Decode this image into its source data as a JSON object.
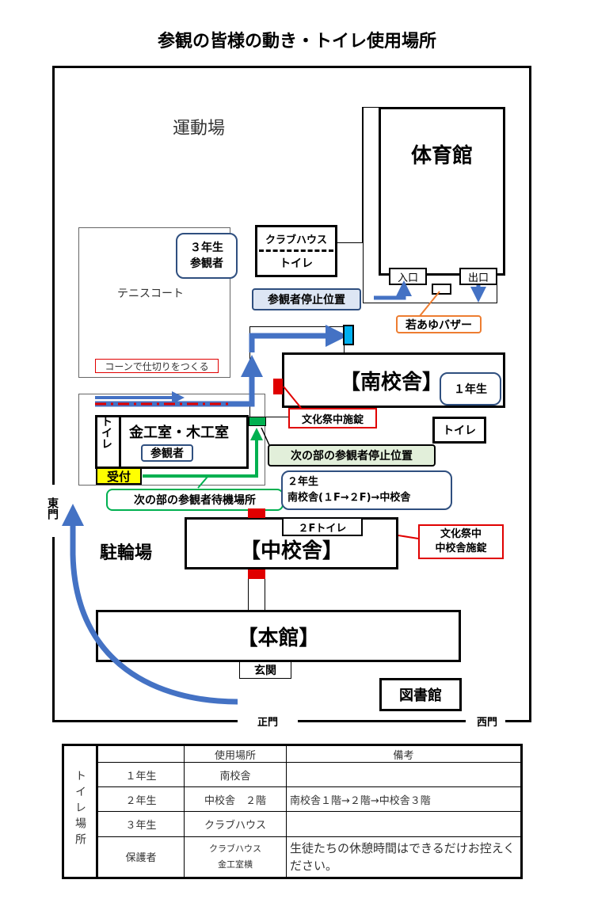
{
  "title": "参観の皆様の動き・トイレ使用場所",
  "map": {
    "sports_field": "運動場",
    "gym": "体育館",
    "gym_entrance": "入口",
    "gym_exit": "出口",
    "club_house": "クラブハウス",
    "club_house_toilet": "トイレ",
    "tennis_court": "テニスコート",
    "cone_note": "コーンで仕切りをつくる",
    "grade3_callout": "３年生\n参観者",
    "stop_position": "参観者停止位置",
    "bazaar": "若あゆバザー",
    "south_building": "【南校舎】",
    "grade1_callout": "１年生",
    "south_toilet": "トイレ",
    "festival_lock_south": "文化祭中施錠",
    "metal_wood": "金工室・木工室",
    "toilet_vertical": "トイレ",
    "visitor_tag": "参観者",
    "reception": "受付",
    "next_stop": "次の部の参観者停止位置",
    "next_wait": "次の部の参観者待機場所",
    "grade2_callout": "２年生\n南校舎(１F→２F)→中校舎",
    "east_gate": "東門",
    "bicycle": "駐輪場",
    "toilet_2f": "２Fトイレ",
    "middle_building": "【中校舎】",
    "festival_lock_middle": "文化祭中\n中校舎施錠",
    "main_building": "【本館】",
    "entrance": "玄関",
    "library": "図書館",
    "main_gate": "正門",
    "west_gate": "西門"
  },
  "table": {
    "side_label": "トイレ場所",
    "headers": [
      "",
      "使用場所",
      "備考"
    ],
    "rows": [
      [
        "１年生",
        "南校舎",
        ""
      ],
      [
        "２年生",
        "中校舎　２階",
        "南校舎１階→２階→中校舎３階"
      ],
      [
        "３年生",
        "クラブハウス",
        ""
      ],
      [
        "保護者",
        "クラブハウス\n金工室横",
        "生徒たちの休憩時間はできるだけお控えください。"
      ]
    ]
  },
  "colors": {
    "arrow_blue": "#4472c4",
    "green": "#00b050",
    "red": "#e00000",
    "yellow": "#ffff00",
    "orange": "#ed7d31"
  }
}
